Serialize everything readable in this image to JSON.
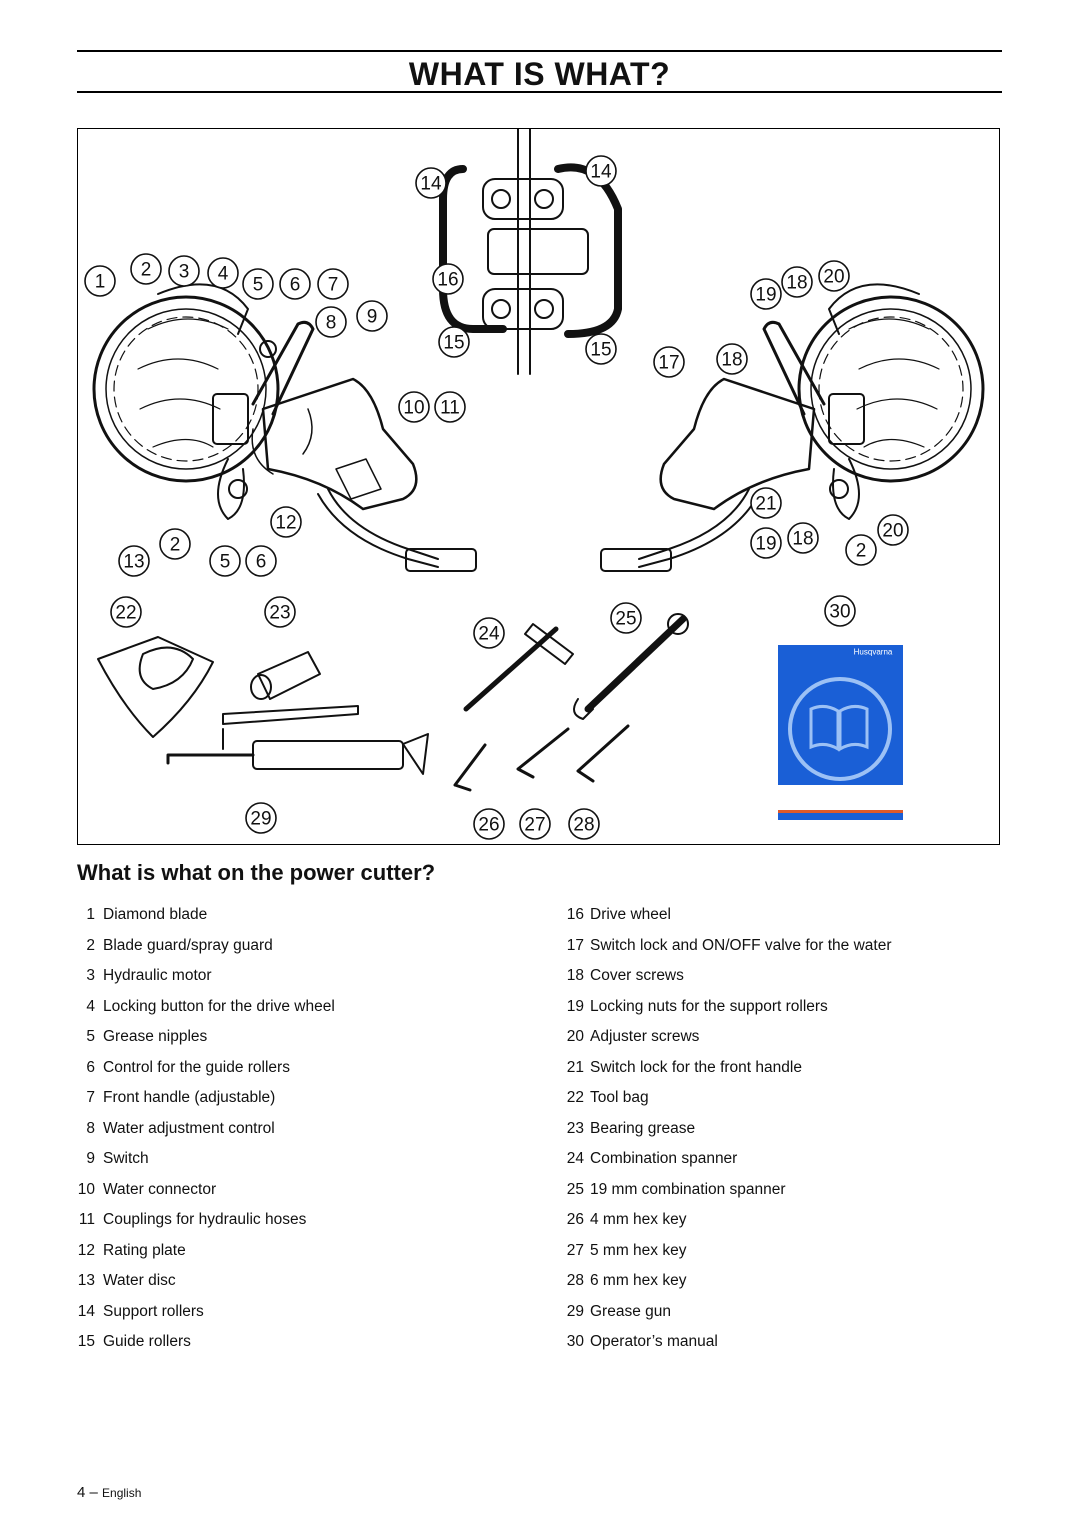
{
  "header": {
    "title": "WHAT IS WHAT?"
  },
  "section": {
    "heading": "What is what on the power cutter?"
  },
  "figure": {
    "manual_brand": "Husqvarna",
    "callouts": [
      "1",
      "2",
      "3",
      "4",
      "5",
      "6",
      "7",
      "8",
      "9",
      "10",
      "11",
      "12",
      "13",
      "14",
      "15",
      "16",
      "17",
      "18",
      "19",
      "20",
      "21",
      "22",
      "23",
      "24",
      "25",
      "26",
      "27",
      "28",
      "29",
      "30"
    ]
  },
  "parts_left": [
    {
      "num": "1",
      "label": "Diamond blade"
    },
    {
      "num": "2",
      "label": "Blade guard/spray guard"
    },
    {
      "num": "3",
      "label": "Hydraulic motor"
    },
    {
      "num": "4",
      "label": "Locking button for the drive wheel"
    },
    {
      "num": "5",
      "label": "Grease nipples"
    },
    {
      "num": "6",
      "label": "Control for the guide rollers"
    },
    {
      "num": "7",
      "label": "Front handle (adjustable)"
    },
    {
      "num": "8",
      "label": "Water adjustment control"
    },
    {
      "num": "9",
      "label": "Switch"
    },
    {
      "num": "10",
      "label": "Water connector"
    },
    {
      "num": "11",
      "label": "Couplings for hydraulic hoses"
    },
    {
      "num": "12",
      "label": "Rating plate"
    },
    {
      "num": "13",
      "label": "Water disc"
    },
    {
      "num": "14",
      "label": "Support rollers"
    },
    {
      "num": "15",
      "label": "Guide rollers"
    }
  ],
  "parts_right": [
    {
      "num": "16",
      "label": "Drive wheel"
    },
    {
      "num": "17",
      "label": "Switch lock and ON/OFF valve for the water"
    },
    {
      "num": "18",
      "label": "Cover screws"
    },
    {
      "num": "19",
      "label": "Locking nuts for the support rollers"
    },
    {
      "num": "20",
      "label": "Adjuster screws"
    },
    {
      "num": "21",
      "label": "Switch lock for the front handle"
    },
    {
      "num": "22",
      "label": "Tool bag"
    },
    {
      "num": "23",
      "label": "Bearing grease"
    },
    {
      "num": "24",
      "label": "Combination spanner"
    },
    {
      "num": "25",
      "label": "19 mm combination spanner"
    },
    {
      "num": "26",
      "label": "4 mm hex key"
    },
    {
      "num": "27",
      "label": "5 mm hex key"
    },
    {
      "num": "28",
      "label": "6 mm hex key"
    },
    {
      "num": "29",
      "label": "Grease gun"
    },
    {
      "num": "30",
      "label": "Operator’s manual"
    }
  ],
  "footer": {
    "page_number": "4",
    "dash": "–",
    "language": "English"
  },
  "colors": {
    "manual_cover": "#1a5fd6",
    "manual_stripe": "#e05a2a",
    "ink": "#111111"
  }
}
